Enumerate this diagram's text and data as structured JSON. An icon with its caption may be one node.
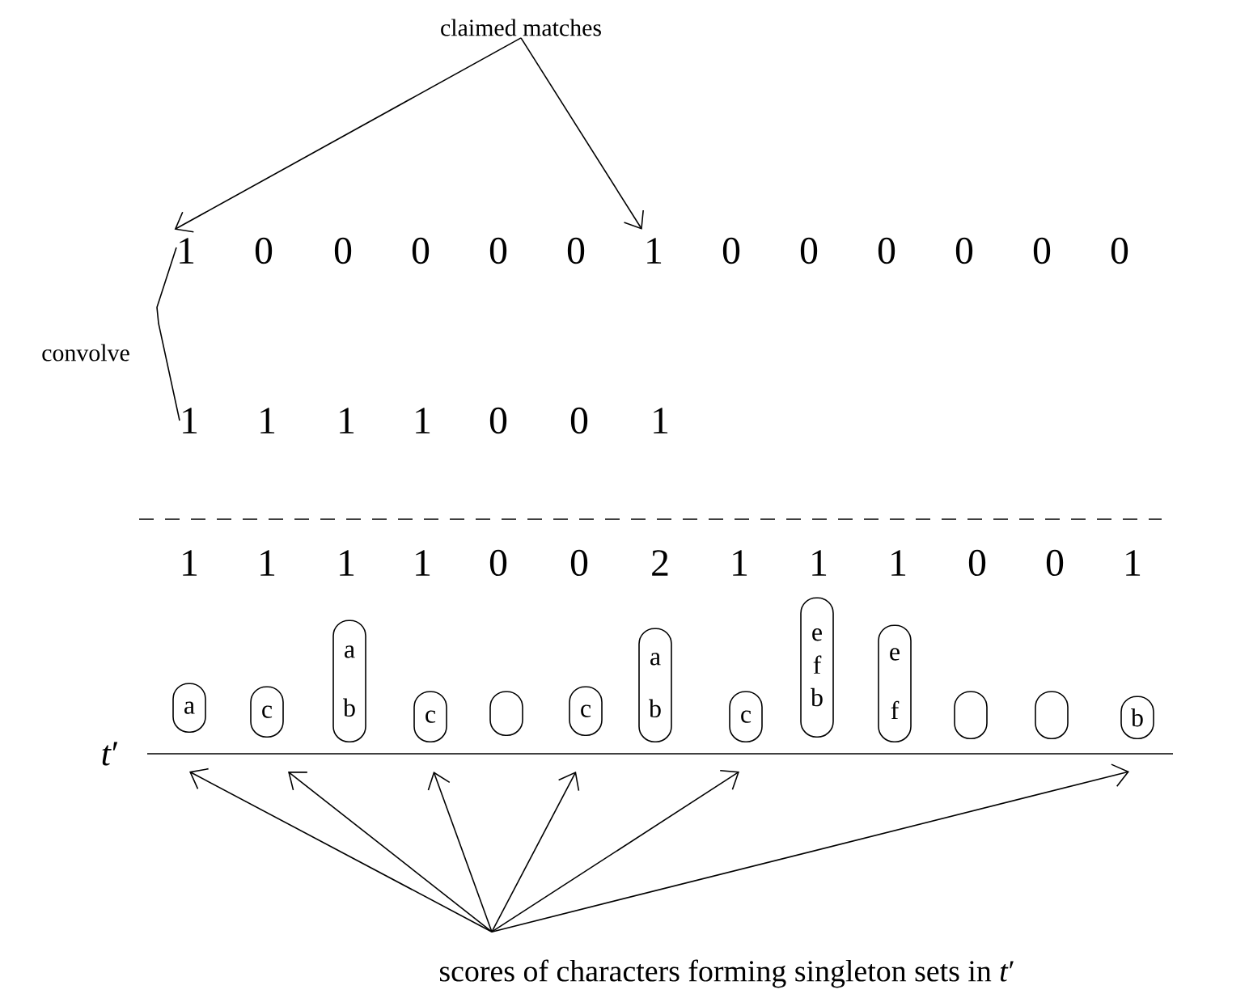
{
  "diagram": {
    "nodes": [
      {
        "text": [
          "claimed matches"
        ]
      },
      {
        "text": [
          "1"
        ]
      },
      {
        "text": [
          "0"
        ]
      },
      {
        "text": [
          "0"
        ]
      },
      {
        "text": [
          "0"
        ]
      },
      {
        "text": [
          "0"
        ]
      },
      {
        "text": [
          "0"
        ]
      },
      {
        "text": [
          "1"
        ]
      },
      {
        "text": [
          "0"
        ]
      },
      {
        "text": [
          "0"
        ]
      },
      {
        "text": [
          "0"
        ]
      },
      {
        "text": [
          "0"
        ]
      },
      {
        "text": [
          "0"
        ]
      },
      {
        "text": [
          "0"
        ]
      },
      {
        "text": [
          "a"
        ]
      },
      {
        "text": [
          "c"
        ]
      },
      {
        "text": [
          "a",
          "b"
        ]
      },
      {
        "text": [
          "c"
        ]
      },
      {
        "text": [],
        "shape": "oval"
      },
      {
        "text": [
          "c"
        ]
      },
      {
        "text": [
          "a",
          "b"
        ]
      },
      {
        "text": [
          "c"
        ]
      },
      {
        "text": [
          "e",
          "f",
          "b"
        ]
      },
      {
        "text": [
          "e",
          "f"
        ]
      },
      {
        "text": [],
        "shape": "oval"
      },
      {
        "text": [],
        "shape": "oval"
      },
      {
        "text": [
          "b"
        ]
      },
      {
        "text": [
          "scores of characters forming singleton sets in *t*′"
        ]
      }
    ],
    "edges": [
      {
        "from": 0,
        "to": 1,
        "arrow": "to"
      },
      {
        "from": 0,
        "to": 7,
        "arrow": "to"
      },
      {
        "from": 27,
        "to": 14,
        "arrow": "to"
      },
      {
        "from": 27,
        "to": 15,
        "arrow": "to"
      },
      {
        "from": 27,
        "to": 17,
        "arrow": "to"
      },
      {
        "from": 27,
        "to": 19,
        "arrow": "to"
      },
      {
        "from": 27,
        "to": 21,
        "arrow": "to"
      },
      {
        "from": 27,
        "to": 26,
        "arrow": "to"
      }
    ],
    "labels": [
      "convolve",
      "1",
      "1",
      "1",
      "1",
      "0",
      "0",
      "1",
      "1",
      "1",
      "1",
      "1",
      "0",
      "0",
      "2",
      "1",
      "1",
      "1",
      "0",
      "0",
      "1",
      "*t*′"
    ]
  }
}
